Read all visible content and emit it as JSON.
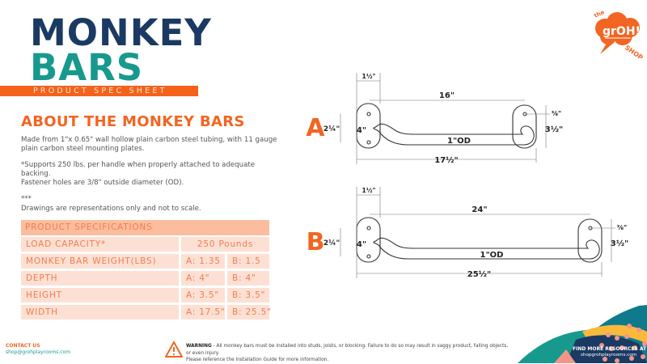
{
  "header": {
    "title_line1": "MONKEY",
    "title_line2": "BARS",
    "subtitle": "PRODUCT SPEC SHEET"
  },
  "logo": {
    "text_the": "the",
    "text_main": "grOH!",
    "text_shop": "SHOP",
    "color": "#f26522"
  },
  "about": {
    "heading": "ABOUT THE MONKEY BARS",
    "paragraphs": [
      "Made from 1\"x 0.65\" wall hollow plain carbon steel tubing, with 11 gauge plain carbon steel mounting plates.",
      "*Supports 250 lbs. per handle when properly attached to adequate backing.",
      "Fastener holes are 3/8\" outside diameter (OD).",
      "***",
      " Drawings are representations only and not to scale."
    ]
  },
  "specs": {
    "header": "PRODUCT SPECIFICATIONS",
    "rows": [
      {
        "label": "LOAD CAPACITY*",
        "value": "250 Pounds"
      },
      {
        "label": "MONKEY BAR WEIGHT(LBS)",
        "a": "A: 1.35",
        "b": "B: 1.5"
      },
      {
        "label": "DEPTH",
        "a": "A: 4\"",
        "b": "B: 4\""
      },
      {
        "label": "HEIGHT",
        "a": "A: 3.5\"",
        "b": "B: 3.5\""
      },
      {
        "label": "WIDTH",
        "a": "A: 17.5\"",
        "b": "B: 25.5\""
      }
    ]
  },
  "drawings": {
    "a": {
      "label": "A",
      "plate_width": "1½\"",
      "span": "16\"",
      "overall": "17½\"",
      "hole_spacing": "2¼\"",
      "depth": "4\"",
      "tube": "1\"OD",
      "height": "3½\"",
      "hole": "⅜\""
    },
    "b": {
      "label": "B",
      "plate_width": "1½\"",
      "span": "24\"",
      "overall": "25½\"",
      "hole_spacing": "2¼\"",
      "depth": "4\"",
      "tube": "1\"OD",
      "height": "3½\"",
      "hole": "⅜\""
    }
  },
  "footer": {
    "contact_label": "CONTACT US",
    "contact_email": "shop@grohplayrooms.com",
    "warning_label": "WARNING",
    "warning_text": " - All monkey bars must be installed into studs, joists, or blocking. Failure to do so may result in saggy product, falling objects, or even injury.",
    "warning_text2": "Please reference the Installation Guide for more information.",
    "find_label": "FIND MORE RESOURCES AT",
    "find_url": "shopgrohplayrooms.com"
  },
  "colors": {
    "navy": "#1b3a63",
    "teal": "#17998e",
    "orange": "#f26522",
    "peach": "#fde0d4",
    "yellow": "#fbb93c",
    "pink": "#f4958a"
  }
}
